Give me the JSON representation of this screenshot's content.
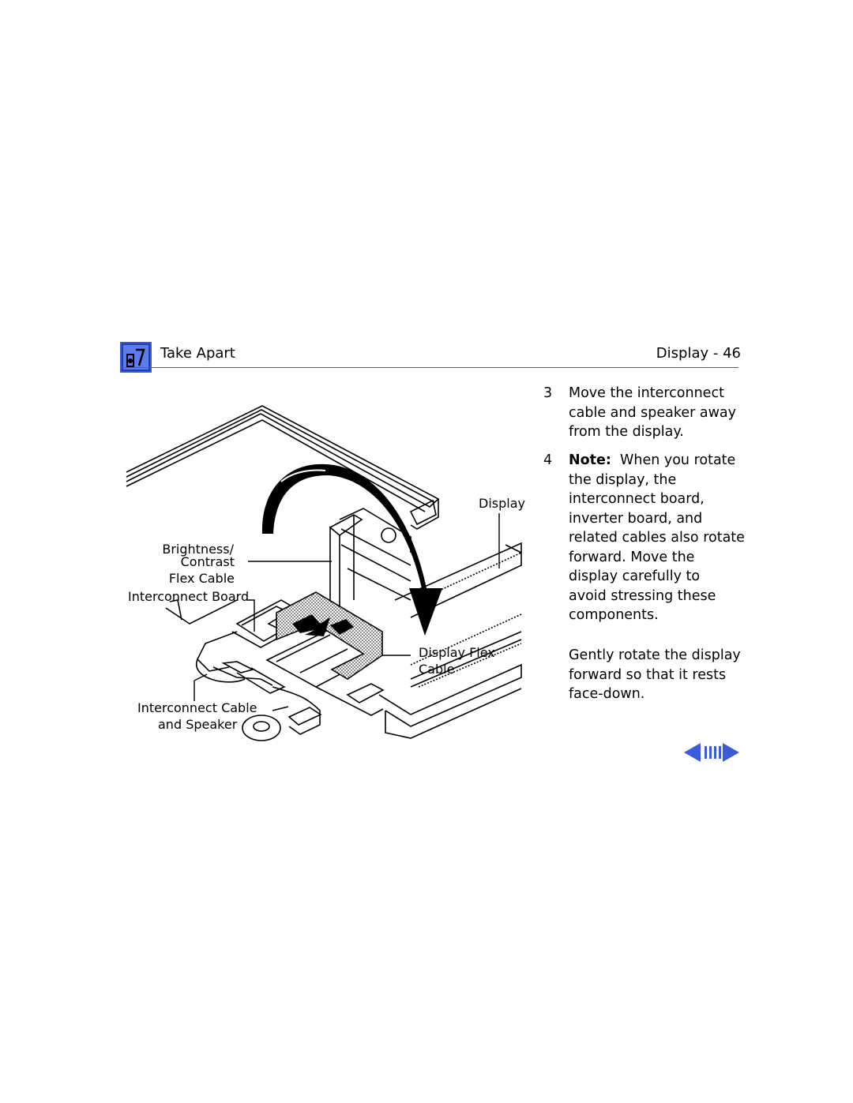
{
  "header": {
    "section": "Take Apart",
    "page": "Display - 46",
    "icon": "toolbox-screwdriver-icon",
    "accent_color": "#3b5bd9"
  },
  "steps": [
    {
      "number": "3",
      "text": [
        "Move the interconnect",
        "cable and speaker away",
        "from the display."
      ]
    },
    {
      "number": "4",
      "note_label": "Note:",
      "note_first": "When you rotate",
      "text": [
        "the display, the",
        "interconnect board,",
        "inverter board, and",
        "related cables also rotate",
        "forward. Move the",
        "display carefully to",
        "avoid stressing these",
        "components."
      ],
      "extra": [
        "Gently rotate the display",
        "forward so that it rests",
        "face-down."
      ]
    }
  ],
  "figure": {
    "labels": {
      "display": "Display",
      "brightness_1": "Brightness/",
      "brightness_2": "Contrast",
      "brightness_3": "Flex Cable",
      "interconnect_board": "Interconnect Board",
      "display_flex_1": "Display Flex",
      "display_flex_2": "Cable",
      "interconnect_cable_1": "Interconnect Cable",
      "interconnect_cable_2": "and Speaker"
    }
  },
  "nav": {
    "prev": "previous-page-arrow-icon",
    "index": "index-bars-icon",
    "next": "next-page-arrow-icon"
  }
}
